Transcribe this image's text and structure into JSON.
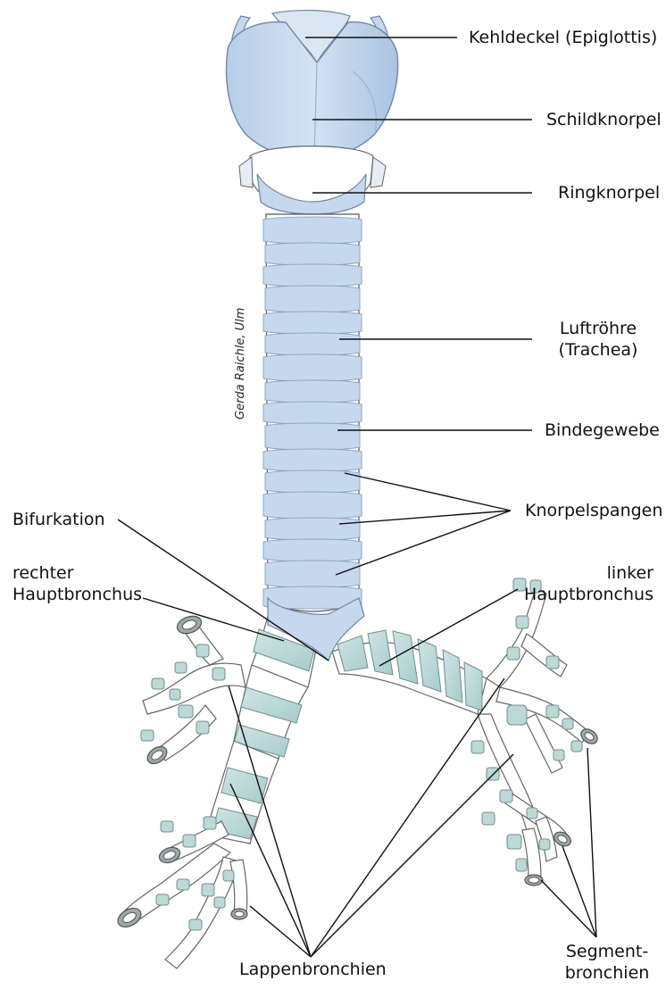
{
  "labels": {
    "epiglottis": "Kehldeckel (Epiglottis)",
    "thyroid": "Schildknorpel",
    "cricoid": "Ringknorpel",
    "trachea_1": "Luftröhre",
    "trachea_2": "(Trachea)",
    "connective": "Bindegewebe",
    "cartilage_rings": "Knorpelspangen",
    "bifurcation": "Bifurkation",
    "right_main_1": "rechter",
    "right_main_2": "Hauptbronchus",
    "left_main_1": "linker",
    "left_main_2": "Hauptbronchus",
    "lobar": "Lappenbronchien",
    "segmental_1": "Segment-",
    "segmental_2": "bronchien"
  },
  "credit": "Gerda Raichle, Ulm",
  "colors": {
    "cartilage": "#c6d8ee",
    "cartilage_edge": "#8ea7c4",
    "tissue": "#ffffff",
    "bronchus_plate": "#bcd9d8",
    "outline": "#555555",
    "leader": "#111111"
  }
}
